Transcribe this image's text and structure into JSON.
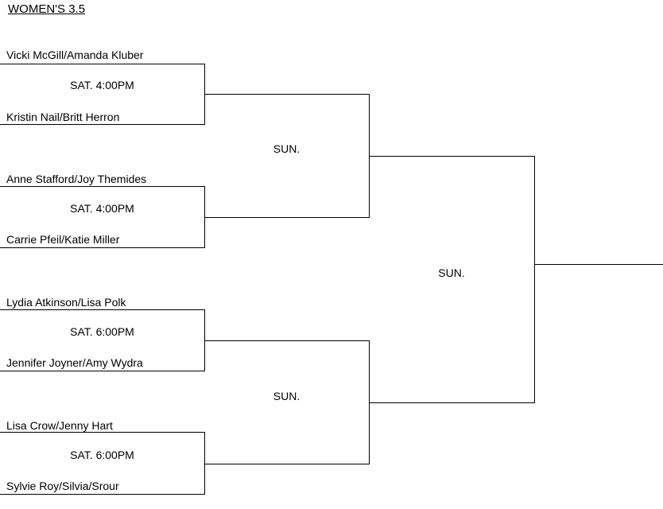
{
  "page": {
    "title": "WOMEN'S 3.5"
  },
  "colors": {
    "background": "#ffffff",
    "line": "#000000",
    "text": "#000000"
  },
  "bracket": {
    "round1": [
      {
        "team_top": "Vicki McGill/Amanda Kluber",
        "time": "SAT. 4:00PM",
        "team_bottom": "Kristin Nail/Britt Herron"
      },
      {
        "team_top": "Anne Stafford/Joy Themides",
        "time": "SAT. 4:00PM",
        "team_bottom": "Carrie Pfeil/Katie Miller"
      },
      {
        "team_top": "Lydia Atkinson/Lisa Polk",
        "time": "SAT. 6:00PM",
        "team_bottom": "Jennifer Joyner/Amy Wydra"
      },
      {
        "team_top": "Lisa Crow/Jenny Hart",
        "time": "SAT. 6:00PM",
        "team_bottom": "Sylvie Roy/Silvia/Srour"
      }
    ],
    "semifinals": [
      {
        "time": "SUN."
      },
      {
        "time": "SUN."
      }
    ],
    "final": {
      "time": "SUN."
    }
  }
}
